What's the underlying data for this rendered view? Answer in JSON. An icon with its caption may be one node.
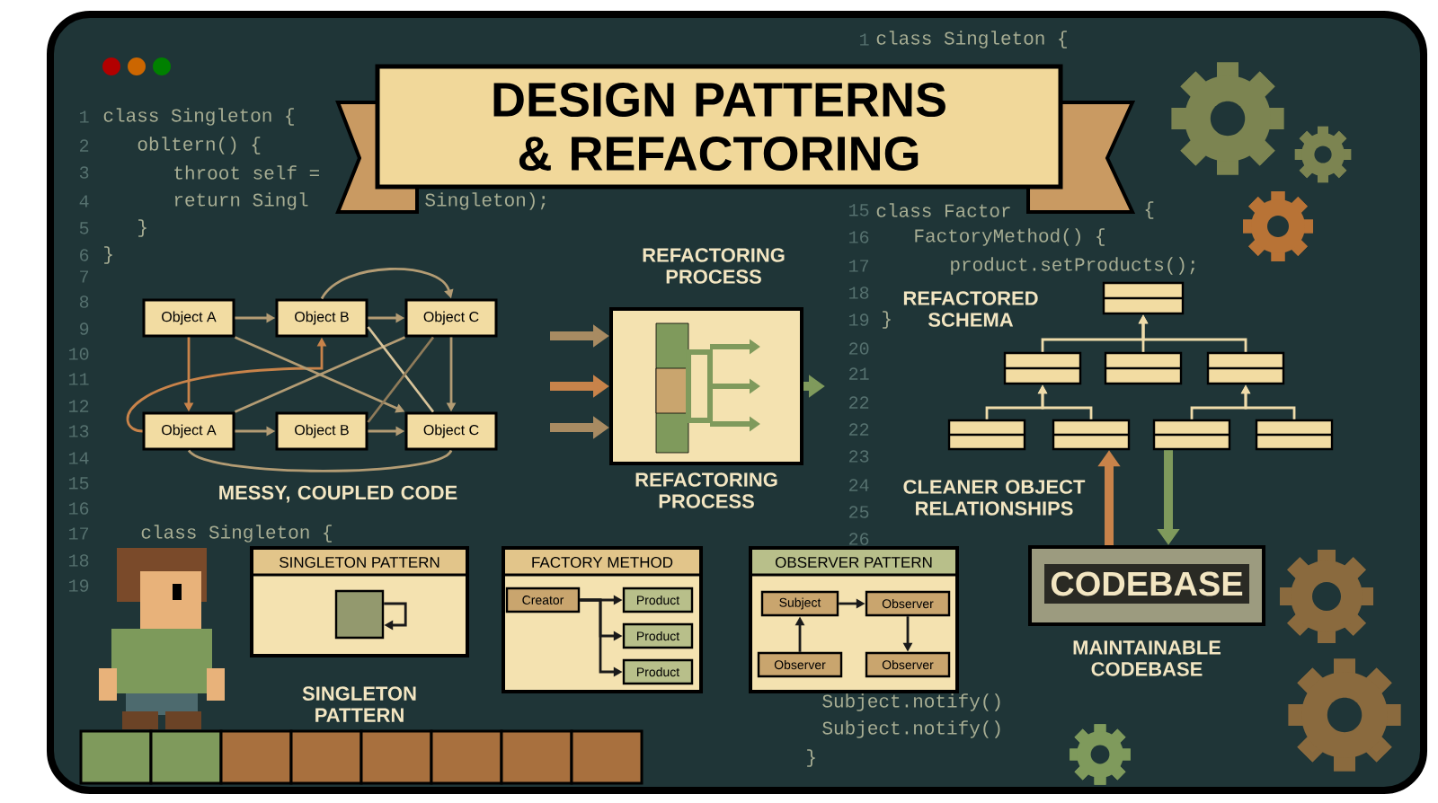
{
  "diagram": {
    "nodes": [
      {
        "text": [
          "DESIGN PATTERNS & REFACTORING"
        ]
      },
      {
        "text": [
          "Object A"
        ]
      },
      {
        "text": [
          "Object B"
        ]
      },
      {
        "text": [
          "Object C"
        ]
      },
      {
        "text": [
          "Object A"
        ]
      },
      {
        "text": [
          "Object B"
        ]
      },
      {
        "text": [
          "Object C"
        ]
      },
      {
        "text": [
          "REFACTORING PROCESS",
          "REFACTORING PROCESS"
        ]
      },
      {
        "text": [],
        "shape": "box"
      },
      {
        "text": [],
        "shape": "box"
      },
      {
        "text": [],
        "shape": "box"
      },
      {
        "text": [],
        "shape": "box"
      },
      {
        "text": [],
        "shape": "box"
      },
      {
        "text": [],
        "shape": "box"
      },
      {
        "text": [],
        "shape": "box"
      },
      {
        "text": [],
        "shape": "box"
      },
      {
        "text": [
          "CODEBASE"
        ],
        "beside": [
          "MAINTAINABLE CODEBASE"
        ]
      },
      {
        "text": [
          "SINGLETON PATTERN"
        ],
        "beside": [
          "SINGLETON PATTERN"
        ]
      },
      {
        "text": [],
        "shape": "box",
        "in": 17
      },
      {
        "text": [
          "FACTORY METHOD"
        ]
      },
      {
        "text": [
          "Creator"
        ],
        "in": 19
      },
      {
        "text": [
          "Product"
        ],
        "in": 19
      },
      {
        "text": [
          "Product"
        ],
        "in": 19
      },
      {
        "text": [
          "Product"
        ],
        "in": 19
      },
      {
        "text": [
          "OBSERVER PATTERN"
        ]
      },
      {
        "text": [
          "Subject"
        ],
        "in": 24
      },
      {
        "text": [
          "Observer"
        ],
        "in": 24
      },
      {
        "text": [
          "Observer"
        ],
        "in": 24
      },
      {
        "text": [
          "Observer"
        ],
        "in": 24
      }
    ],
    "edges": [
      {
        "from": 1,
        "to": 2,
        "arrow": "to"
      },
      {
        "from": 2,
        "to": 3,
        "arrow": "to"
      },
      {
        "from": 4,
        "to": 5,
        "arrow": "to"
      },
      {
        "from": 5,
        "to": 6,
        "arrow": "to"
      },
      {
        "from": 1,
        "to": 4,
        "arrow": "to",
        "color": "#c8834a"
      },
      {
        "from": 4,
        "to": 2,
        "arrow": "to",
        "color": "#c8834a"
      },
      {
        "from": 3,
        "to": 6,
        "arrow": "to"
      },
      {
        "from": 1,
        "to": 6,
        "arrow": "to"
      },
      {
        "from": 3,
        "to": 4,
        "arrow": "none"
      },
      {
        "from": 2,
        "to": 6,
        "arrow": "none",
        "color": "#d8c49a"
      },
      {
        "from": 5,
        "to": 3,
        "arrow": "none",
        "color": "#8f7b5a"
      },
      {
        "from": 2,
        "to": 3,
        "arrow": "to"
      },
      {
        "from": 4,
        "to": 6,
        "arrow": "none"
      },
      {
        "from": null,
        "to": 7,
        "arrow": "to",
        "style": "thick",
        "color": "#a88b62"
      },
      {
        "from": null,
        "to": 7,
        "arrow": "to",
        "style": "thick",
        "color": "#c8834a"
      },
      {
        "from": null,
        "to": 7,
        "arrow": "to",
        "style": "thick",
        "color": "#a88b62"
      },
      {
        "from": 7,
        "to": null,
        "arrow": "to",
        "style": "thick",
        "color": "#7f9a5c"
      },
      {
        "from": 9,
        "to": 8,
        "arrow": "to",
        "color": "#efdcaa"
      },
      {
        "from": 10,
        "to": 8,
        "arrow": "to",
        "color": "#efdcaa"
      },
      {
        "from": 11,
        "to": 8,
        "arrow": "to",
        "color": "#efdcaa"
      },
      {
        "from": 12,
        "to": 9,
        "arrow": "to",
        "color": "#efdcaa"
      },
      {
        "from": 13,
        "to": 9,
        "arrow": "to",
        "color": "#efdcaa"
      },
      {
        "from": 14,
        "to": 11,
        "arrow": "to",
        "color": "#efdcaa"
      },
      {
        "from": 15,
        "to": 11,
        "arrow": "to",
        "color": "#efdcaa"
      },
      {
        "from": 16,
        "to": 13,
        "arrow": "to",
        "style": "thick",
        "color": "#c8834a"
      },
      {
        "from": 14,
        "to": 16,
        "arrow": "to",
        "style": "thick",
        "color": "#7f9a5c"
      },
      {
        "from": 18,
        "to": 18,
        "arrow": "to",
        "color": "#1a1a1a"
      },
      {
        "from": 20,
        "to": 21,
        "arrow": "to",
        "color": "#1a1a1a"
      },
      {
        "from": 20,
        "to": 22,
        "arrow": "to",
        "color": "#1a1a1a"
      },
      {
        "from": 20,
        "to": 23,
        "arrow": "to",
        "color": "#1a1a1a"
      },
      {
        "from": 25,
        "to": 26,
        "arrow": "to",
        "color": "#1a1a1a"
      },
      {
        "from": 27,
        "to": 25,
        "arrow": "to",
        "color": "#1a1a1a"
      },
      {
        "from": 26,
        "to": 28,
        "arrow": "to",
        "color": "#1a1a1a"
      }
    ],
    "labels": [
      "1",
      "class Singleton {",
      "1",
      "class Singleton {",
      "2",
      "obltern() {",
      "3",
      "throot self =",
      "4",
      "return Singl",
      "Singleton);",
      "5",
      "}",
      "6",
      "}",
      "15",
      "class Factor",
      "{",
      "16",
      "FactoryMethod() {",
      "17",
      "product.setProducts();",
      "7",
      "18",
      "8",
      "19",
      "}",
      "9",
      "REFACTORED SCHEMA",
      "20",
      "10",
      "21",
      "11",
      "22",
      "12",
      "22",
      "13",
      "23",
      "14",
      "15",
      "24",
      "MESSY, COUPLED CODE",
      "CLEANER OBJECT RELATIONSHIPS",
      "16",
      "25",
      "17",
      "class Singleton {",
      "26",
      "18",
      "19",
      "Subject.notify()",
      "Subject.notify()",
      "}"
    ]
  }
}
